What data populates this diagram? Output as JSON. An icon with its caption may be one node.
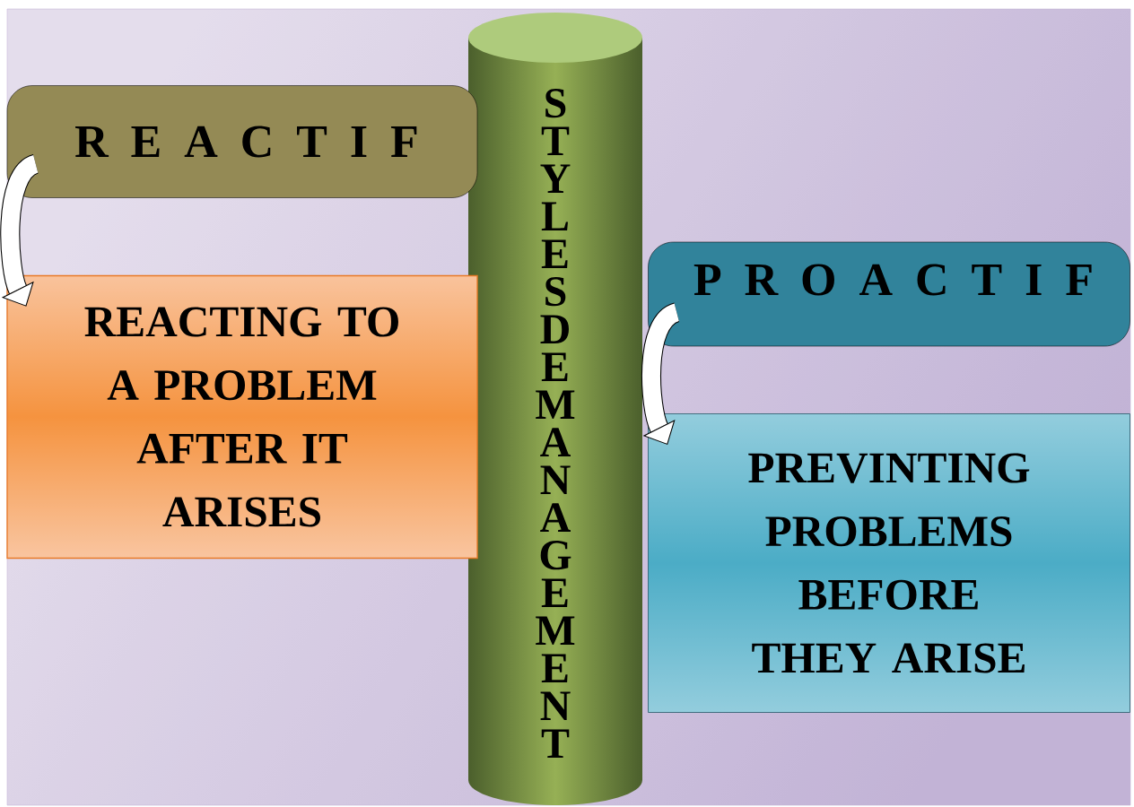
{
  "diagram": {
    "nodes": [
      {
        "text": [
          "S T Y L E S D E M A N A G E M E N T"
        ]
      },
      {
        "text": [
          "R E A C T I F"
        ]
      },
      {
        "text": [
          "REACTING TO A PROBLEM AFTER IT ARISES"
        ]
      },
      {
        "text": [
          "P R O A C T I F"
        ]
      },
      {
        "text": [
          "PREVINTING PROBLEMS BEFORE THEY ARISE"
        ]
      }
    ],
    "edges": [
      {
        "from": 1,
        "to": 2,
        "arrow": "to"
      },
      {
        "from": 3,
        "to": 4,
        "arrow": "to"
      }
    ]
  }
}
